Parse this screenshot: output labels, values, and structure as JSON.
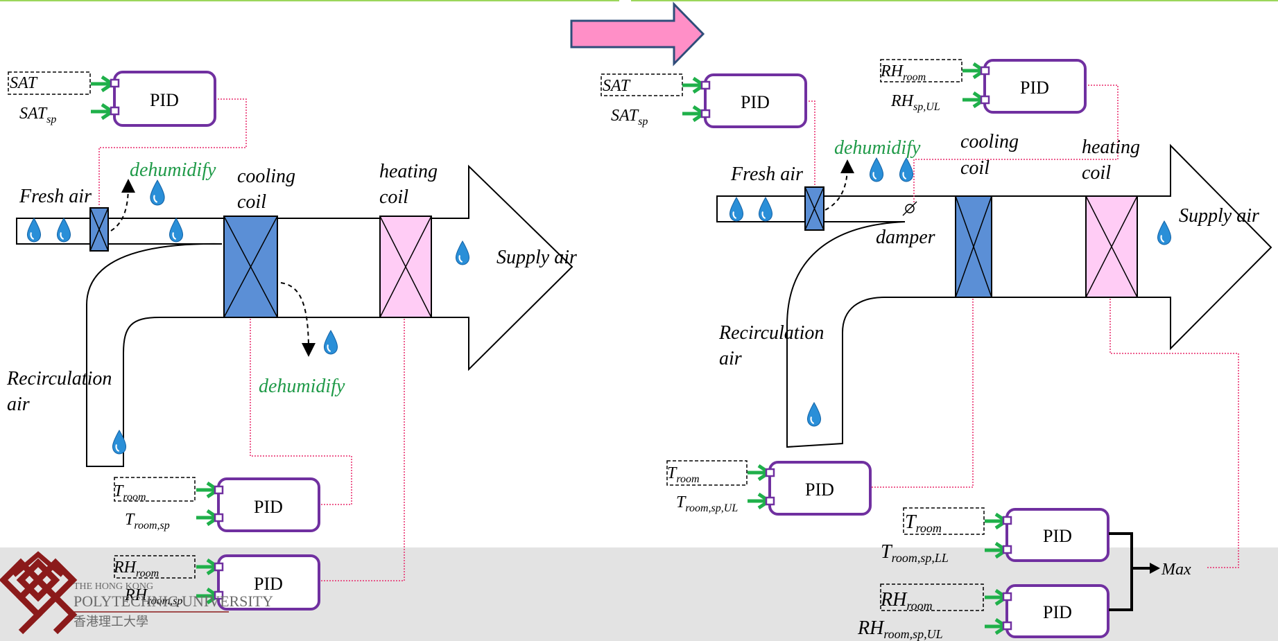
{
  "labels": {
    "pid": "PID",
    "sat": "SAT",
    "sat_sp_main": "SAT",
    "sat_sp_sub": "sp",
    "fresh_air": "Fresh air",
    "dehumidify": "dehumidify",
    "cooling_coil_1": "cooling",
    "cooling_coil_2": "coil",
    "heating_coil_1": "heating",
    "heating_coil_2": "coil",
    "supply_air": "Supply air",
    "recirculation_1": "Recirculation",
    "recirculation_2": "air",
    "damper": "damper",
    "max": "Max",
    "t_main": "T",
    "rh_main": "RH",
    "room_sub": "room",
    "room_sp_sub": "room,sp",
    "sp_ul_sub": "sp,UL",
    "room_sp_ul_sub": "room,sp,UL",
    "room_sp_ll_sub": "room,sp,LL"
  },
  "logo": {
    "line1": "THE HONG KONG",
    "line2": "POLYTECHNIC UNIVERSITY",
    "line3": "香港理工大學"
  },
  "colors": {
    "pid_border": "#7030a0",
    "arrow_green": "#1fb04a",
    "signal_line": "#e8286a",
    "cooling_coil": "#5b8fd6",
    "heating_coil": "#ffccf5",
    "drop": "#2a8fd8",
    "dehumidify_text": "#1f9a48",
    "transition_arrow": "#ff8fc7",
    "logo_red": "#8b1a1a"
  }
}
